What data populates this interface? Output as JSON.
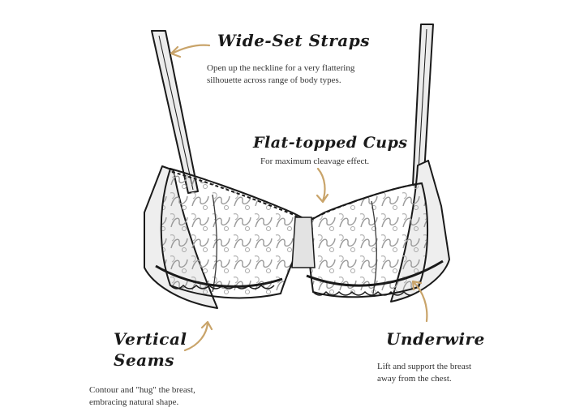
{
  "colors": {
    "ink": "#1a1a1a",
    "arrow": "#c9a46a",
    "lace": "#9a9a9a",
    "fabric": "#e9e9e9"
  },
  "features": {
    "straps": {
      "title": "Wide-Set Straps",
      "desc_lines": [
        "Open up the neckline for a very flattering",
        "silhouette across range of body types."
      ]
    },
    "cups": {
      "title": "Flat-topped Cups",
      "desc_lines": [
        "For maximum cleavage effect."
      ]
    },
    "seams": {
      "title_lines": [
        "Vertical",
        "Seams"
      ],
      "desc_lines": [
        "Contour and \"hug\" the breast,",
        "embracing natural shape."
      ]
    },
    "underwire": {
      "title": "Underwire",
      "desc_lines": [
        "Lift and support the breast",
        "away from the chest."
      ]
    }
  }
}
